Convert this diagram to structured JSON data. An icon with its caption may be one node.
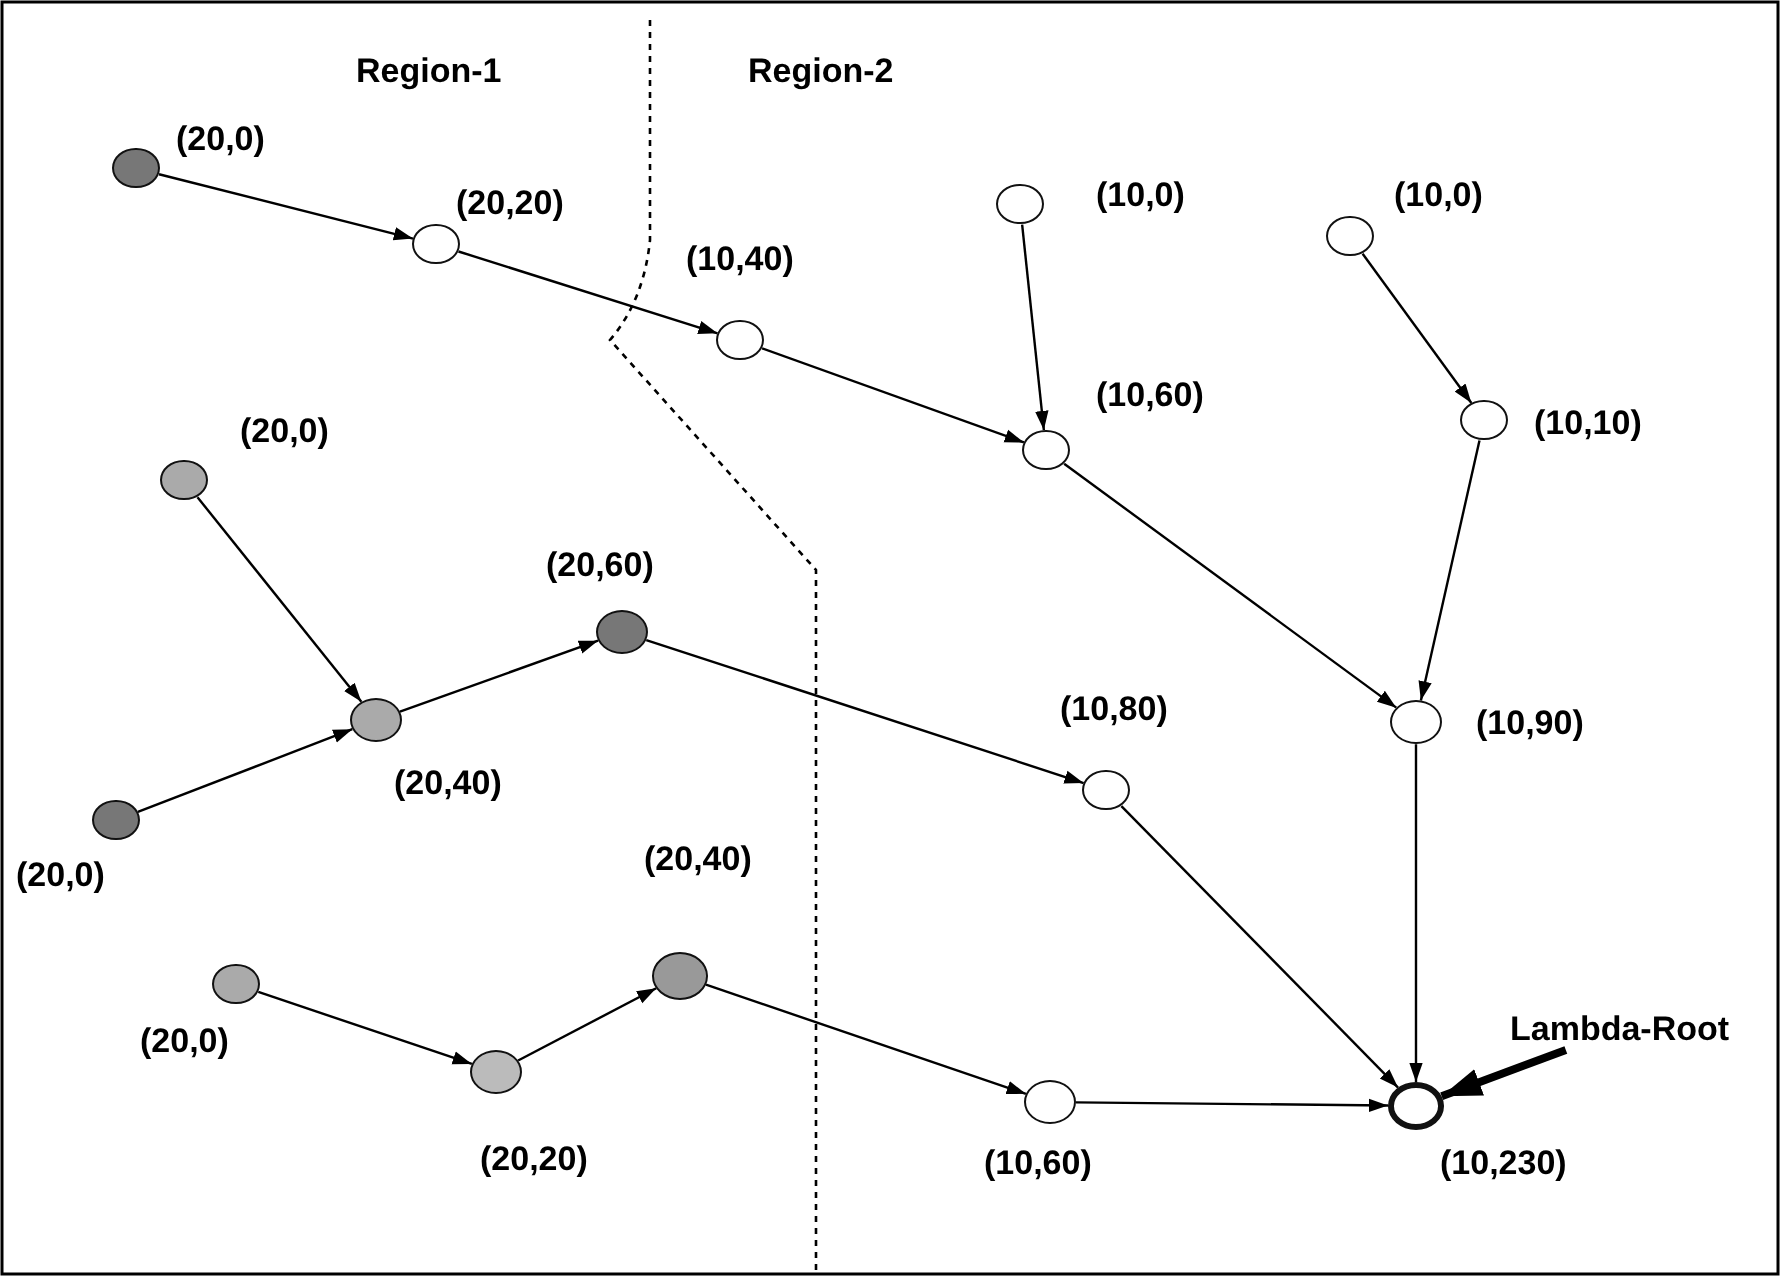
{
  "diagram": {
    "nodes": [
      {
        "text": [],
        "shape": "circle",
        "beside": [
          "(20,0)"
        ]
      },
      {
        "text": [],
        "shape": "circle",
        "beside": [
          "(20,20)"
        ]
      },
      {
        "text": [],
        "shape": "circle",
        "beside": [
          "(10,40)"
        ]
      },
      {
        "text": [],
        "shape": "circle",
        "beside": [
          "(10,0)"
        ]
      },
      {
        "text": [],
        "shape": "circle",
        "beside": [
          "(10,60)"
        ]
      },
      {
        "text": [],
        "shape": "circle",
        "beside": [
          "(10,0)"
        ]
      },
      {
        "text": [],
        "shape": "circle",
        "beside": [
          "(10,10)"
        ]
      },
      {
        "text": [],
        "shape": "circle",
        "beside": [
          "(20,0)"
        ]
      },
      {
        "text": [],
        "shape": "circle",
        "beside": [
          "(20,60)"
        ]
      },
      {
        "text": [],
        "shape": "circle",
        "beside": [
          "(20,40)"
        ]
      },
      {
        "text": [],
        "shape": "circle",
        "beside": [
          "(20,0)"
        ]
      },
      {
        "text": [],
        "shape": "circle",
        "beside": [
          "(10,80)"
        ]
      },
      {
        "text": [],
        "shape": "circle",
        "beside": [
          "(10,90)"
        ]
      },
      {
        "text": [],
        "shape": "circle",
        "beside": [
          "(20,0)"
        ]
      },
      {
        "text": [],
        "shape": "circle",
        "beside": [
          "(20,20)"
        ]
      },
      {
        "text": [],
        "shape": "circle",
        "beside": [
          "(20,40)"
        ]
      },
      {
        "text": [],
        "shape": "circle",
        "beside": [
          "(10,60)"
        ]
      },
      {
        "text": [],
        "shape": "circle",
        "beside": [
          "(10,230)"
        ]
      },
      {
        "text": [
          "Lambda-Root"
        ]
      }
    ],
    "edges": [
      {
        "from": 0,
        "to": 1,
        "arrow": "to"
      },
      {
        "from": 1,
        "to": 2,
        "arrow": "to"
      },
      {
        "from": 2,
        "to": 4,
        "arrow": "to"
      },
      {
        "from": 3,
        "to": 4,
        "arrow": "to"
      },
      {
        "from": 4,
        "to": 12,
        "arrow": "to"
      },
      {
        "from": 5,
        "to": 6,
        "arrow": "to"
      },
      {
        "from": 6,
        "to": 12,
        "arrow": "to"
      },
      {
        "from": 12,
        "to": 17,
        "arrow": "to"
      },
      {
        "from": 7,
        "to": 9,
        "arrow": "to"
      },
      {
        "from": 10,
        "to": 9,
        "arrow": "to"
      },
      {
        "from": 9,
        "to": 8,
        "arrow": "to"
      },
      {
        "from": 8,
        "to": 11,
        "arrow": "to"
      },
      {
        "from": 11,
        "to": 17,
        "arrow": "to"
      },
      {
        "from": 13,
        "to": 14,
        "arrow": "to"
      },
      {
        "from": 14,
        "to": 15,
        "arrow": "to"
      },
      {
        "from": 15,
        "to": 16,
        "arrow": "to"
      },
      {
        "from": 16,
        "to": 17,
        "arrow": "to"
      },
      {
        "from": 18,
        "to": 17,
        "arrow": "to",
        "style": "thick"
      }
    ],
    "labels": [
      "Region-1",
      "Region-2"
    ]
  }
}
